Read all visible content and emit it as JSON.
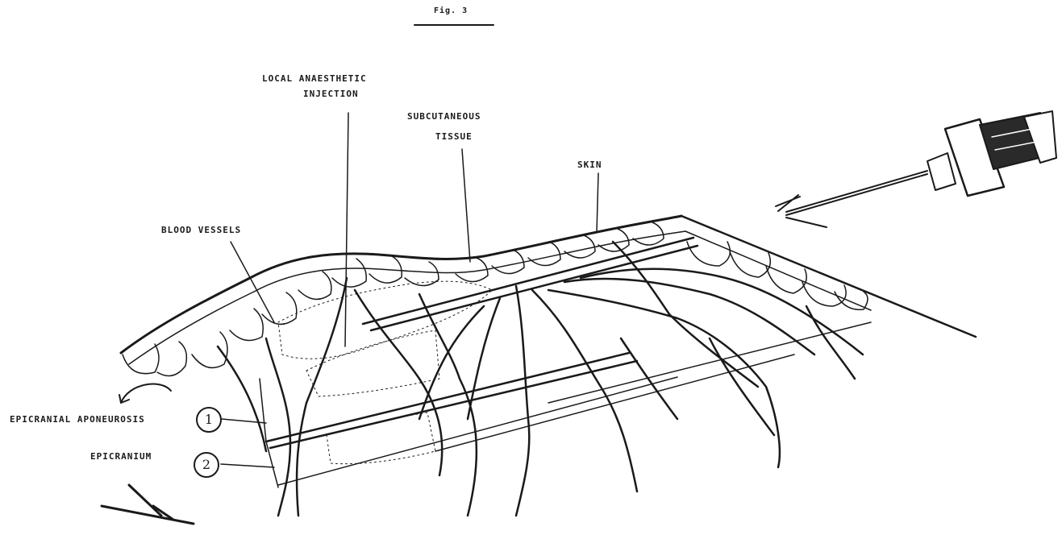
{
  "figure": {
    "title": "Fig. 3"
  },
  "labels": {
    "local_anaesthetic_line1": "LOCAL ANAESTHETIC",
    "local_anaesthetic_line2": "INJECTION",
    "subcutaneous_line1": "SUBCUTANEOUS",
    "subcutaneous_line2": "TISSUE",
    "skin": "SKIN",
    "blood_vessels": "BLOOD VESSELS",
    "epicranial_aponeurosis": "EPICRANIAL APONEUROSIS",
    "epicranium": "EPICRANIUM",
    "marker_1": "1",
    "marker_2": "2"
  },
  "colors": {
    "ink": "#1a1a1a",
    "paper": "#ffffff"
  }
}
